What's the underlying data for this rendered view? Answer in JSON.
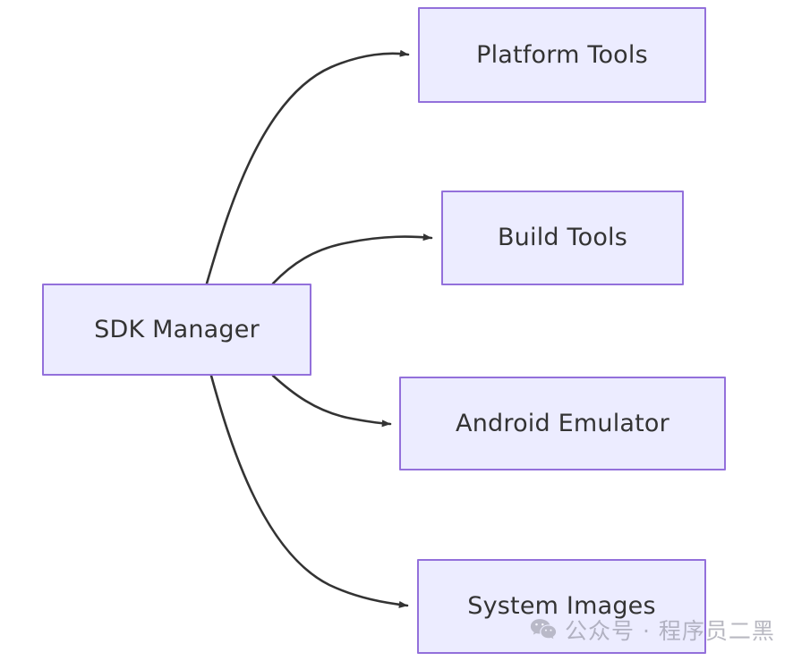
{
  "diagram": {
    "type": "flowchart",
    "direction": "left-to-right",
    "background_color": "#ffffff",
    "node_fill_color": "#ececff",
    "node_border_color": "#9370db",
    "node_text_color": "#333333",
    "edge_color": "#333333",
    "nodes": [
      {
        "id": "sdk-manager",
        "label": "SDK Manager"
      },
      {
        "id": "platform-tools",
        "label": "Platform Tools"
      },
      {
        "id": "build-tools",
        "label": "Build Tools"
      },
      {
        "id": "android-emulator",
        "label": "Android Emulator"
      },
      {
        "id": "system-images",
        "label": "System Images"
      }
    ],
    "edges": [
      {
        "from": "SDK Manager",
        "to": "Platform Tools",
        "label": "",
        "arrow": "arrowhead-end"
      },
      {
        "from": "SDK Manager",
        "to": "Build Tools",
        "label": "",
        "arrow": "arrowhead-end"
      },
      {
        "from": "SDK Manager",
        "to": "Android Emulator",
        "label": "",
        "arrow": "arrowhead-end"
      },
      {
        "from": "SDK Manager",
        "to": "System Images",
        "label": "",
        "arrow": "arrowhead-end"
      }
    ]
  },
  "watermark": {
    "icon": "wechat-icon",
    "text": "公众号 · 程序员二黑",
    "color": "#8e8e9c"
  }
}
